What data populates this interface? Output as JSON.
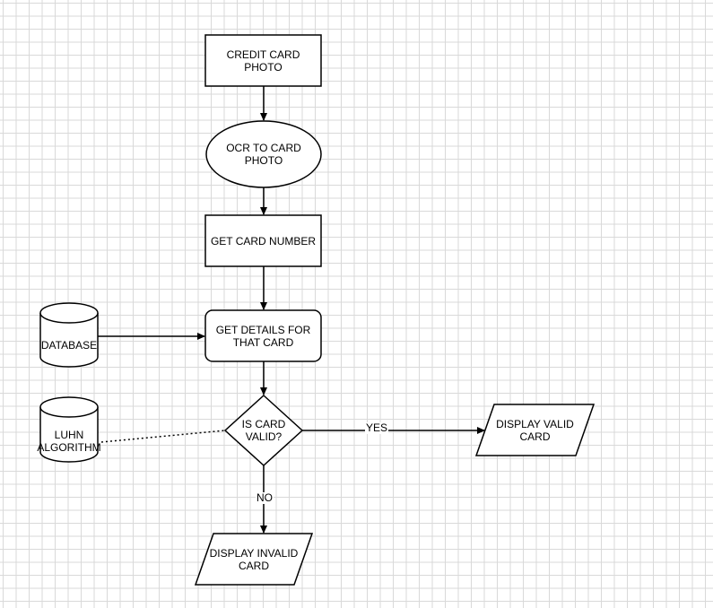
{
  "diagram": {
    "nodes": {
      "credit_card_photo": "CREDIT CARD\nPHOTO",
      "ocr": "OCR TO CARD\nPHOTO",
      "get_card_number": "GET CARD NUMBER",
      "database": "DATABASE",
      "get_details": "GET DETAILS FOR\nTHAT CARD",
      "luhn": "LUHN\nALGORITHM",
      "is_valid": "IS CARD\nVALID?",
      "display_valid": "DISPLAY VALID\nCARD",
      "display_invalid": "DISPLAY INVALID\nCARD"
    },
    "edges": {
      "yes": "YES",
      "no": "NO"
    }
  }
}
